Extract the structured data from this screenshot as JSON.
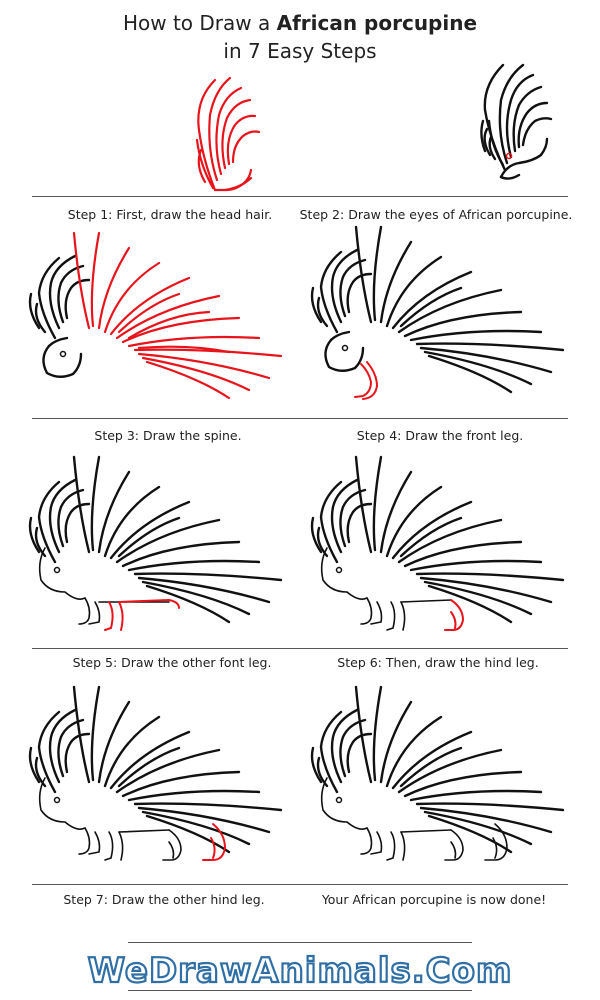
{
  "header": {
    "title_prefix": "How to Draw a ",
    "title_bold": "African porcupine",
    "subtitle": "in 7 Easy Steps"
  },
  "captions": [
    "Step 1: First, draw the head hair.",
    "Step 2: Draw the eyes  of African porcupine.",
    "Step 3: Draw the spine.",
    "Step 4: Draw the front leg.",
    "Step 5: Draw the other font leg.",
    "Step 6: Then, draw the hind leg.",
    "Step 7: Draw the other hind leg.",
    "Your African porcupine is now done!"
  ],
  "footer": {
    "logo_text": "WeDrawAnimals.Com"
  },
  "colors": {
    "highlight": "#e8141b",
    "ink": "#111111",
    "logo_blue": "#2f6fa6"
  }
}
